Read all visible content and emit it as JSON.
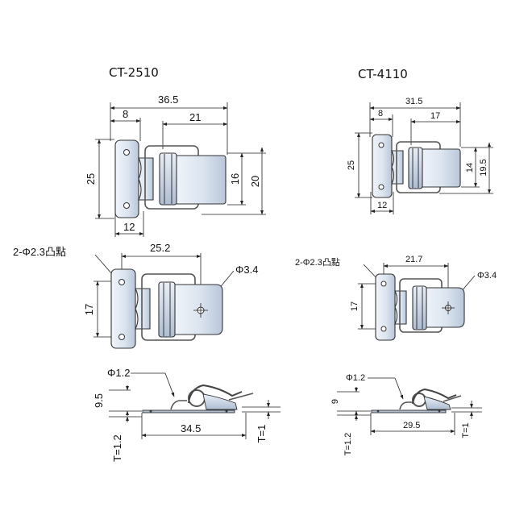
{
  "models": [
    {
      "model": "CT-2510",
      "top": {
        "overall": "36.5",
        "left": "8",
        "right": "21",
        "height": "25",
        "h_inner": "16",
        "h_outer": "20",
        "bottom": "12"
      },
      "mid": {
        "holes": "2-Φ2.3凸點",
        "spacing": "25.2",
        "hole_dia": "Φ3.4",
        "height": "17"
      },
      "side": {
        "wire": "Φ1.2",
        "height": "9.5",
        "length": "34.5",
        "t_left": "T=1.2",
        "t_right": "T=1"
      }
    },
    {
      "model": "CT-4110",
      "top": {
        "overall": "31.5",
        "left": "8",
        "right": "17",
        "height": "25",
        "h_inner": "14",
        "h_outer": "19.5",
        "bottom": "12"
      },
      "mid": {
        "holes": "2-Φ2.3凸點",
        "spacing": "21.7",
        "hole_dia": "Φ3.4",
        "height": "17"
      },
      "side": {
        "wire": "Φ1.2",
        "height": "9",
        "length": "29.5",
        "t_left": "T=1.2",
        "t_right": "T=1"
      }
    }
  ],
  "colors": {
    "plate_light": "#f1f5fb",
    "plate_dark": "#b9c7da",
    "line": "#222222"
  }
}
